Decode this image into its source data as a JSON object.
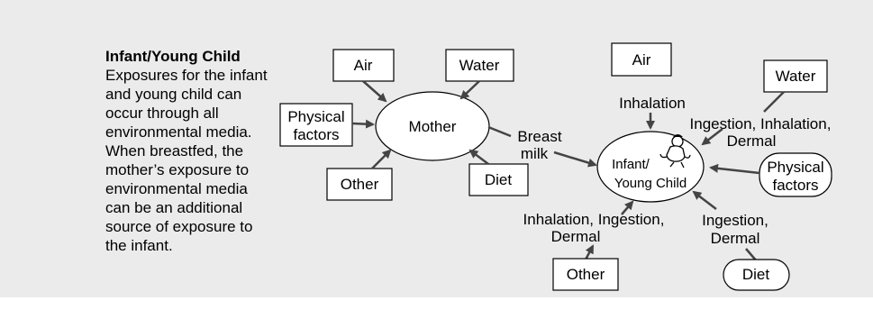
{
  "sidebar": {
    "title": "Infant/Young Child",
    "body": "Exposures for the infant and young child can occur through all environmental media. When breastfed, the mother’s exposure to environmental media can be an additional source of exposure to the infant."
  },
  "mother_cluster": {
    "center": "Mother",
    "air": "Air",
    "water": "Water",
    "physical_line1": "Physical",
    "physical_line2": "factors",
    "other": "Other",
    "diet": "Diet"
  },
  "link": {
    "line1": "Breast",
    "line2": "milk"
  },
  "child_cluster": {
    "center_line1": "Infant/",
    "center_line2": "Young Child",
    "air": "Air",
    "water": "Water",
    "physical_line1": "Physical",
    "physical_line2": "factors",
    "other": "Other",
    "diet": "Diet"
  },
  "routes": {
    "air": "Inhalation",
    "water_line1": "Ingestion, Inhalation,",
    "water_line2": "Dermal",
    "other_line1": "Inhalation, Ingestion,",
    "other_line2": "Dermal",
    "diet_line1": "Ingestion,",
    "diet_line2": "Dermal"
  },
  "colors": {
    "panel": "#ebebeb",
    "arrow": "#444444",
    "box": "#ffffff"
  }
}
